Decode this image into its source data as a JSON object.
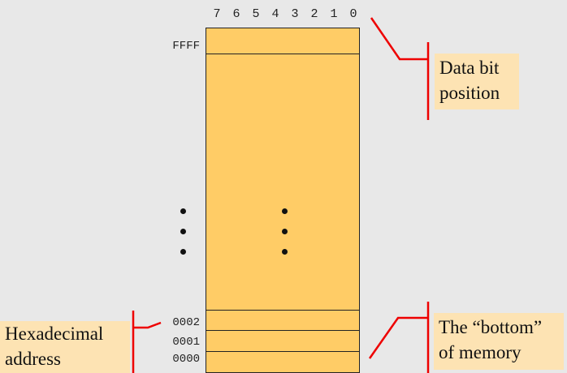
{
  "bit_positions": [
    "7",
    "6",
    "5",
    "4",
    "3",
    "2",
    "1",
    "0"
  ],
  "addresses": {
    "top": "FFFF",
    "bottom": [
      "0002",
      "0001",
      "0000"
    ]
  },
  "callouts": {
    "data_bit_line1": "Data bit",
    "data_bit_line2": "position",
    "bottom_line1": "The “bottom”",
    "bottom_line2": "of memory",
    "hex_line1": "Hexadecimal",
    "hex_line2": "address"
  },
  "colors": {
    "memory_fill": "#ffcc66",
    "callout_fill": "#fde3b3",
    "leader_line": "#ee0000"
  }
}
